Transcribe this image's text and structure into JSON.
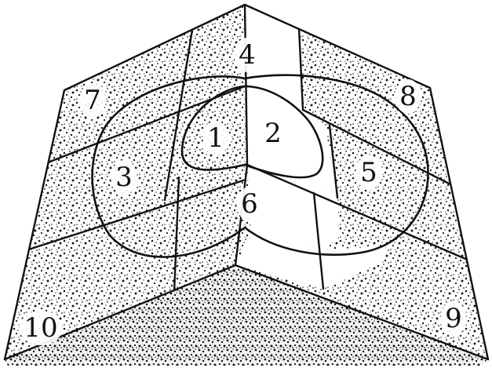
{
  "figure": {
    "region_labels": [
      "1",
      "2",
      "3",
      "4",
      "5",
      "6",
      "7",
      "8",
      "9",
      "10"
    ],
    "colors": {
      "ink": "#111111",
      "paper": "#ffffff",
      "speckle": "#1a1a1a"
    }
  }
}
